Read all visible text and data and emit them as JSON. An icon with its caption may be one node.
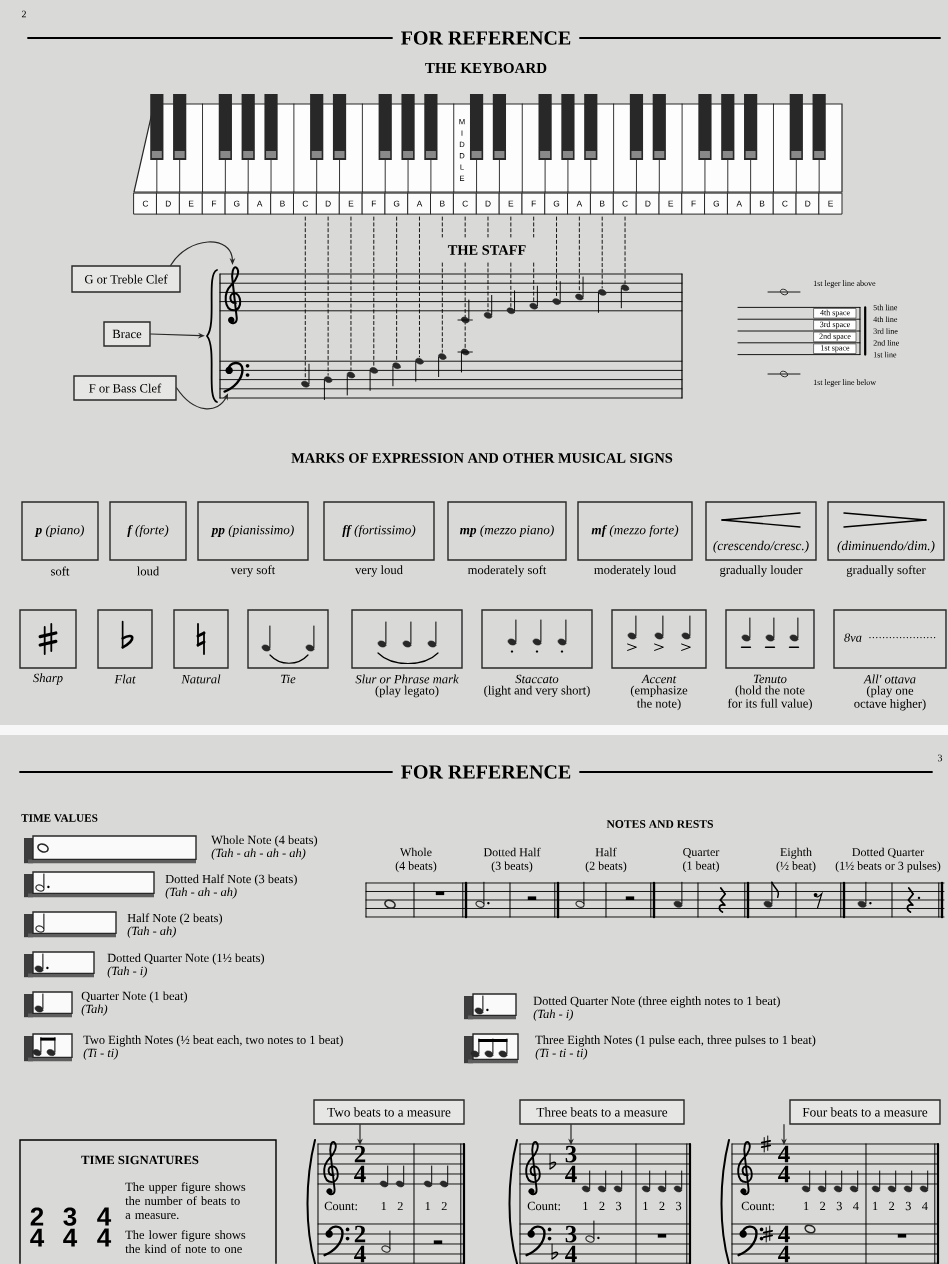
{
  "diagram": {
    "nodes": [
      {
        "text": [
          "G or Treble Clef"
        ]
      },
      {
        "text": [],
        "shape": "picture"
      },
      {
        "text": [
          "Brace"
        ]
      },
      {
        "text": [],
        "shape": "picture"
      },
      {
        "text": [
          "F or Bass Clef"
        ]
      },
      {
        "text": [],
        "shape": "picture"
      },
      {
        "text": [
          "**p** (piano)"
        ],
        "beside": [
          "soft"
        ]
      },
      {
        "text": [
          "**f** (forte)"
        ],
        "beside": [
          "loud"
        ]
      },
      {
        "text": [
          "**pp** (pianissimo)"
        ],
        "beside": [
          "very soft"
        ]
      },
      {
        "text": [
          "**ff** (fortissimo)"
        ],
        "beside": [
          "very loud"
        ]
      },
      {
        "text": [
          "**mp** (mezzo piano)"
        ],
        "beside": [
          "moderately soft"
        ]
      },
      {
        "text": [
          "**mf** (mezzo forte)"
        ],
        "beside": [
          "moderately loud"
        ]
      },
      {
        "text": [
          "(crescendo/cresc.)"
        ],
        "beside": [
          "gradually louder"
        ]
      },
      {
        "text": [
          "(diminuendo/dim.)"
        ],
        "beside": [
          "gradually softer"
        ]
      },
      {
        "text": [],
        "shape": "box",
        "beside": [
          "Sharp"
        ]
      },
      {
        "text": [],
        "shape": "box",
        "beside": [
          "Flat"
        ]
      },
      {
        "text": [],
        "shape": "box",
        "beside": [
          "Natural"
        ]
      },
      {
        "text": [],
        "shape": "box",
        "beside": [
          "Tie"
        ]
      },
      {
        "text": [],
        "shape": "box",
        "beside": [
          "Slur or Phrase mark",
          "(play legato)"
        ]
      },
      {
        "text": [],
        "shape": "box",
        "beside": [
          "Staccato",
          "(light and very short)"
        ]
      },
      {
        "text": [],
        "shape": "box",
        "beside": [
          "Accent",
          "(emphasize the note)"
        ]
      },
      {
        "text": [],
        "shape": "box",
        "beside": [
          "Tenuto",
          "(hold the note for its full value)"
        ]
      },
      {
        "text": [
          "8va"
        ],
        "beside": [
          "All' ottava",
          "(play one octave higher)"
        ]
      },
      {
        "text": [],
        "shape": "box",
        "beside": [
          "Whole Note (4 beats)",
          "(Tah - ah - ah - ah)"
        ]
      },
      {
        "text": [],
        "shape": "box",
        "beside": [
          "Dotted Half Note (3 beats)",
          "(Tah - ah - ah)"
        ]
      },
      {
        "text": [],
        "shape": "box",
        "beside": [
          "Half Note (2 beats)",
          "(Tah - ah)"
        ]
      },
      {
        "text": [],
        "shape": "box",
        "beside": [
          "Dotted Quarter Note (1½ beats)",
          "(Tah - i)"
        ]
      },
      {
        "text": [],
        "shape": "box",
        "beside": [
          "Quarter Note (1 beat)",
          "(Tah)"
        ]
      },
      {
        "text": [],
        "shape": "box",
        "beside": [
          "Two Eighth Notes (½ beat each, two notes to 1 beat)",
          "(Ti - ti)"
        ]
      },
      {
        "text": [],
        "shape": "box",
        "beside": [
          "Dotted Quarter Note (three eighth notes to 1 beat)",
          "(Tah - i)"
        ]
      },
      {
        "text": [],
        "shape": "box",
        "beside": [
          "Three Eighth Notes (1 pulse each, three pulses to 1 beat)",
          "(Ti - ti - ti)"
        ]
      },
      {
        "text": [
          "TIME SIGNATURES",
          "2 4",
          "3 4",
          "4 4",
          "The upper figure shows the number of beats to a measure.",
          "The lower figure shows the kind of note to one"
        ]
      },
      {
        "text": [
          "Two beats to a measure"
        ]
      },
      {
        "text": [
          "2 4"
        ]
      },
      {
        "text": [
          "Three beats to a measure"
        ]
      },
      {
        "text": [
          "3 4"
        ]
      },
      {
        "text": [
          "Four beats to a measure"
        ]
      },
      {
        "text": [
          "4 4"
        ]
      }
    ],
    "edges": [
      {
        "from": 0,
        "to": 1,
        "arrow": "to"
      },
      {
        "from": 2,
        "to": 3,
        "arrow": "to"
      },
      {
        "from": 4,
        "to": 5,
        "arrow": "to"
      },
      {
        "from": 32,
        "to": 33,
        "arrow": "to"
      },
      {
        "from": 34,
        "to": 35,
        "arrow": "to"
      },
      {
        "from": 36,
        "to": 37,
        "arrow": "to"
      }
    ],
    "labels": [
      "2",
      "FOR REFERENCE",
      "THE KEYBOARD",
      "MIDDLE",
      "C",
      "D",
      "E",
      "F",
      "G",
      "A",
      "B",
      "C",
      "D",
      "E",
      "F",
      "G",
      "A",
      "B",
      "C",
      "D",
      "E",
      "F",
      "G",
      "A",
      "B",
      "C",
      "D",
      "E",
      "F",
      "G",
      "A",
      "B",
      "C",
      "D",
      "E",
      "THE STAFF",
      "1st leger line above",
      "4th space",
      "3rd space",
      "2nd space",
      "1st space",
      "5th line",
      "4th line",
      "3rd line",
      "2nd line",
      "1st line",
      "1st leger line below",
      "MARKS OF EXPRESSION AND OTHER MUSICAL SIGNS",
      "FOR REFERENCE",
      "3",
      "TIME VALUES",
      "NOTES AND RESTS",
      "Whole (4 beats)",
      "Dotted Half (3 beats)",
      "Half (2 beats)",
      "Quarter (1 beat)",
      "Eighth (½ beat)",
      "Dotted Quarter (1½ beats or 3 pulses)",
      "Count:",
      "1 2",
      "1 2",
      "2 4",
      "Count:",
      "1 2 3",
      "1 2 3",
      "3 4",
      "Count:",
      "1 2 3 4",
      "1 2 3 4",
      "4 4"
    ]
  }
}
